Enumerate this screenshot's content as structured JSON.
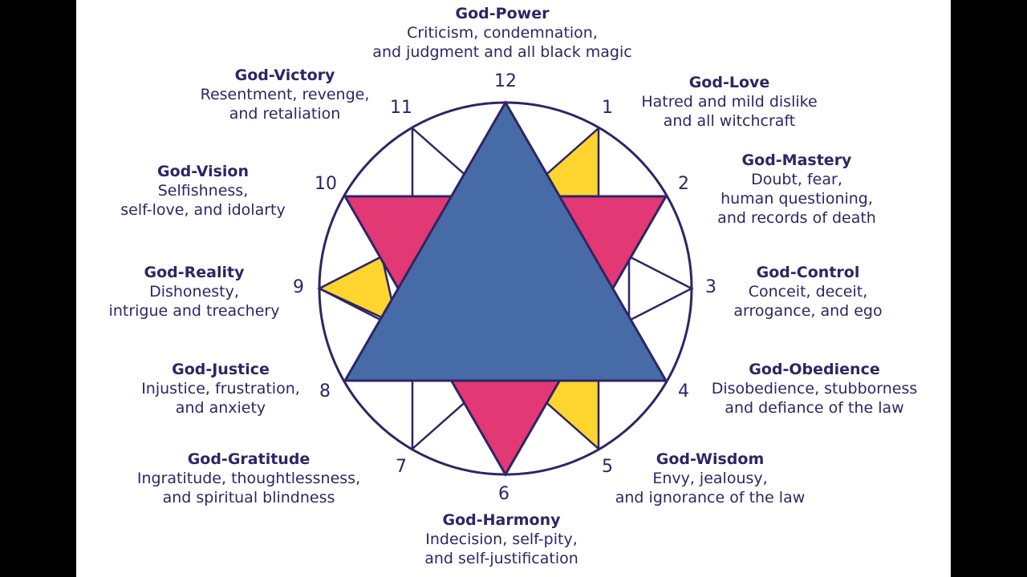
{
  "colors": {
    "circle": "#2e2565",
    "central_triangle": "#476ba7",
    "pink": "#e23873",
    "yellow": "#fed52f",
    "text": "#2e2565"
  },
  "lines": [
    {
      "hour": "12",
      "title": "God-Power",
      "desc": [
        "Criticism, condemnation,",
        "and judgment and all black magic"
      ]
    },
    {
      "hour": "1",
      "title": "God-Love",
      "desc": [
        "Hatred and mild dislike",
        "and all witchcraft"
      ]
    },
    {
      "hour": "2",
      "title": "God-Mastery",
      "desc": [
        "Doubt, fear,",
        "human questioning,",
        "and records of death"
      ]
    },
    {
      "hour": "3",
      "title": "God-Control",
      "desc": [
        "Conceit, deceit,",
        "arrogance, and ego"
      ]
    },
    {
      "hour": "4",
      "title": "God-Obedience",
      "desc": [
        "Disobedience, stubborness",
        "and defiance of the law"
      ]
    },
    {
      "hour": "5",
      "title": "God-Wisdom",
      "desc": [
        "Envy, jealousy,",
        "and ignorance of the law"
      ]
    },
    {
      "hour": "6",
      "title": "God-Harmony",
      "desc": [
        "Indecision, self-pity,",
        "and self-justification"
      ]
    },
    {
      "hour": "7",
      "title": "God-Gratitude",
      "desc": [
        "Ingratitude, thoughtlessness,",
        "and spiritual blindness"
      ]
    },
    {
      "hour": "8",
      "title": "God-Justice",
      "desc": [
        "Injustice, frustration,",
        "and anxiety"
      ]
    },
    {
      "hour": "9",
      "title": "God-Reality",
      "desc": [
        "Dishonesty,",
        "intrigue and treachery"
      ]
    },
    {
      "hour": "10",
      "title": "God-Vision",
      "desc": [
        "Selfishness,",
        "self-love, and idolarty"
      ]
    },
    {
      "hour": "11",
      "title": "God-Victory",
      "desc": [
        "Resentment, revenge,",
        "and retaliation"
      ]
    }
  ]
}
